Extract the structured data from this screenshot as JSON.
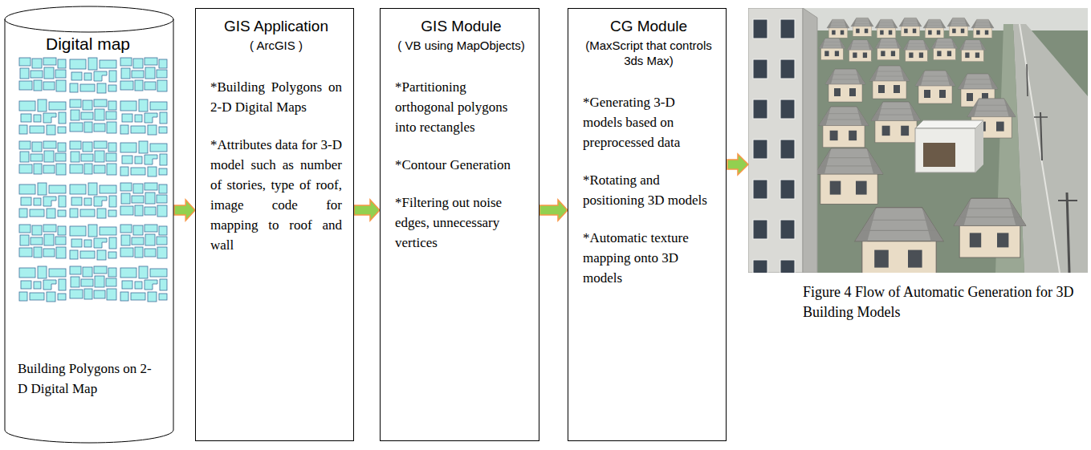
{
  "diagram": {
    "caption": "Figure 4 Flow of Automatic Generation for 3D Building Models",
    "nodes": [
      {
        "text": [
          "Digital map",
          "Building Polygons on 2-D Digital Map"
        ]
      },
      {
        "text": [
          "GIS Application",
          "( ArcGIS )",
          "*Building Polygons on 2-D Digital Maps",
          "*Attributes data for 3-D model such as number of stories, type of roof, image code for mapping to roof and wall"
        ]
      },
      {
        "text": [
          "GIS Module",
          "( VB using MapObjects)",
          "*Partitioning orthogonal polygons into rectangles",
          "*Contour Generation",
          "*Filtering out noise edges, unnecessary vertices"
        ]
      },
      {
        "text": [
          "CG Module",
          "(MaxScript that controls 3ds Max)",
          "*Generating 3-D models based on preprocessed data",
          "*Rotating and positioning 3D models",
          "*Automatic texture mapping onto 3D models"
        ]
      }
    ],
    "edges": [
      {
        "from": 0,
        "to": 1,
        "arrow": "to"
      },
      {
        "from": 1,
        "to": 2,
        "arrow": "to"
      },
      {
        "from": 2,
        "to": 3,
        "arrow": "to"
      }
    ]
  }
}
